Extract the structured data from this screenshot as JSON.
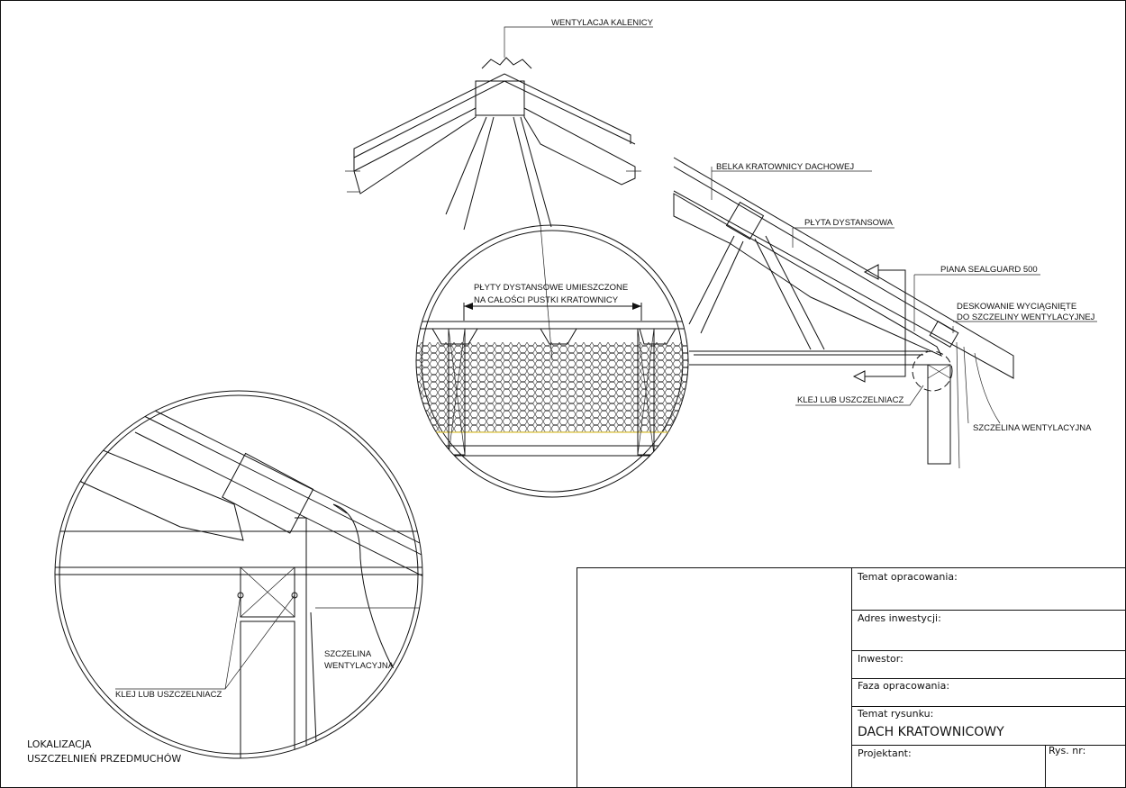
{
  "labels": {
    "ridge_vent": "WENTYLACJA KALENICY",
    "truss_beam": "BELKA KRATOWNICY DACHOWEJ",
    "spacer_board": "PŁYTA DYSTANSOWA",
    "foam": "PIANA SEALGUARD 500",
    "boarding_line1": "DESKOWANIE WYCIĄGNIĘTE",
    "boarding_line2": "DO SZCZELINY WENTYLACYJNEJ",
    "glue": "KLEJ LUB USZCZELNIACZ",
    "vent_gap": "SZCZELINA WENTYLACYJNA",
    "detail_spacer_line1": "PŁYTY DYSTANSOWE UMIESZCZONE",
    "detail_spacer_line2": "NA CAŁOŚCI PUSTKI KRATOWNICY",
    "detail_glue": "KLEJ LUB USZCZELNIACZ",
    "detail_gap_line1": "SZCZELINA",
    "detail_gap_line2": "WENTYLACYJNA",
    "location_line1": "LOKALIZACJA",
    "location_line2": "USZCZELNIEŃ PRZEDMUCHÓW"
  },
  "title_block": {
    "subject_label": "Temat opracowania:",
    "address_label": "Adres inwestycji:",
    "investor_label": "Inwestor:",
    "phase_label": "Faza opracowania:",
    "drawing_subject_label": "Temat rysunku:",
    "drawing_subject_value": "DACH KRATOWNICOWY",
    "designer_label": "Projektant:",
    "drawing_no_label": "Rys. nr:"
  }
}
